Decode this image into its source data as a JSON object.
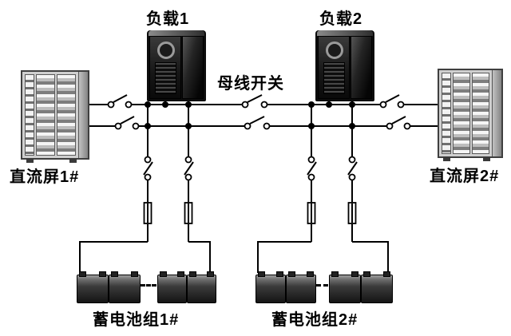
{
  "labels": {
    "load1": "负载1",
    "load2": "负载2",
    "bus_switch": "母线开关",
    "dc_panel1": "直流屏1#",
    "dc_panel2": "直流屏2#",
    "battery_group1": "蓄电池组1#",
    "battery_group2": "蓄电池组2#"
  },
  "diagram": {
    "type": "electrical-schematic",
    "bus_count": 2,
    "components": [
      {
        "name": "dc-panel-1",
        "label": "直流屏1#",
        "kind": "cabinet"
      },
      {
        "name": "dc-panel-2",
        "label": "直流屏2#",
        "kind": "cabinet"
      },
      {
        "name": "load-1",
        "label": "负载1",
        "kind": "server-tower"
      },
      {
        "name": "load-2",
        "label": "负载2",
        "kind": "server-tower"
      },
      {
        "name": "bus-tie",
        "label": "母线开关",
        "kind": "switch"
      },
      {
        "name": "battery-group-1",
        "label": "蓄电池组1#",
        "kind": "battery-bank",
        "batteries_visible": 4
      },
      {
        "name": "battery-group-2",
        "label": "蓄电池组2#",
        "kind": "battery-bank",
        "batteries_visible": 4
      }
    ],
    "colors": {
      "wire": "#000000",
      "background": "#ffffff",
      "text": "#000000"
    }
  }
}
